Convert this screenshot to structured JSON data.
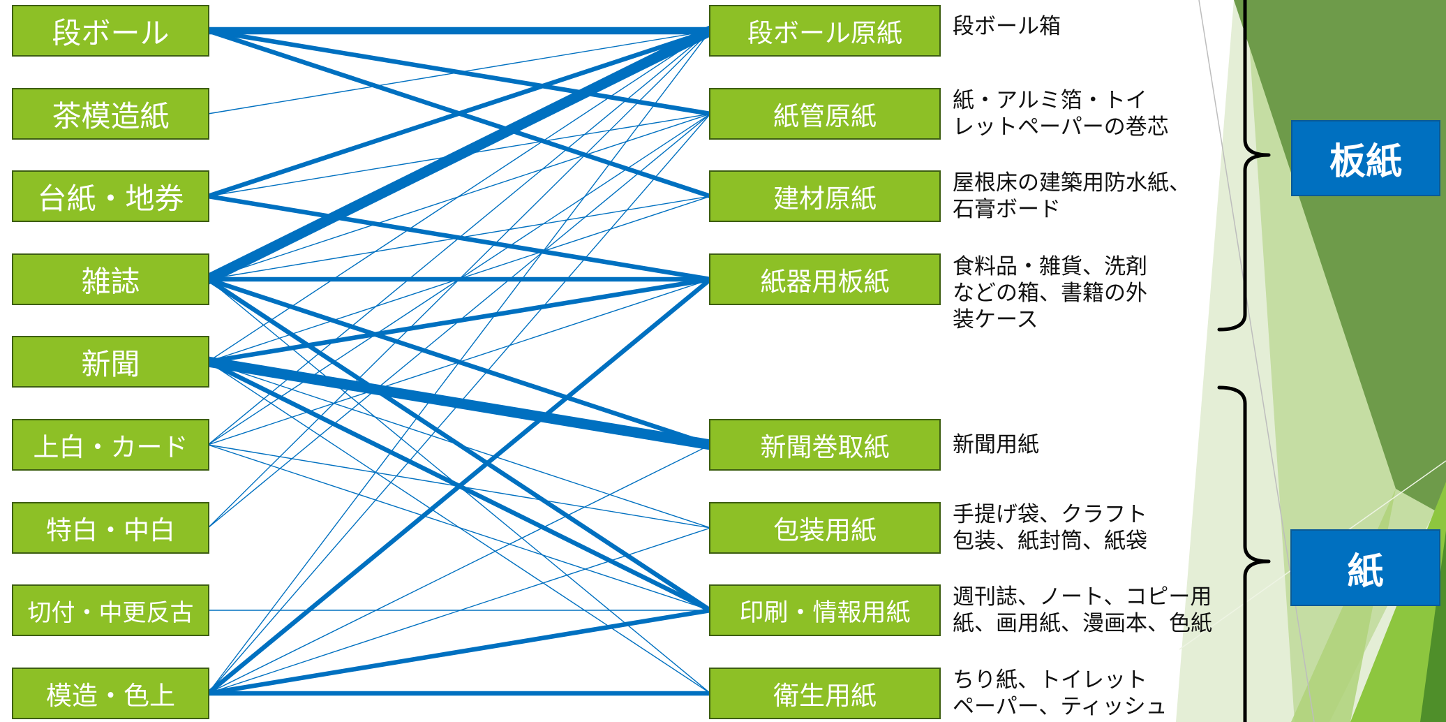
{
  "diagram": {
    "sources": [
      {
        "label": "段ボール"
      },
      {
        "label": "茶模造紙"
      },
      {
        "label": "台紙・地券"
      },
      {
        "label": "雑誌"
      },
      {
        "label": "新聞"
      },
      {
        "label": "上白・カード"
      },
      {
        "label": "特白・中白"
      },
      {
        "label": "切付・中更反古"
      },
      {
        "label": "模造・色上"
      }
    ],
    "products": [
      {
        "label": "段ボール原紙",
        "uses": [
          "段ボール箱"
        ]
      },
      {
        "label": "紙管原紙",
        "uses": [
          "紙・アルミ箔・トイ",
          "レットペーパーの巻芯"
        ]
      },
      {
        "label": "建材原紙",
        "uses": [
          "屋根床の建築用防水紙、",
          "石膏ボード"
        ]
      },
      {
        "label": "紙器用板紙",
        "uses": [
          "食料品・雑貨、洗剤",
          "などの箱、書籍の外",
          "装ケース"
        ]
      },
      {
        "label": "新聞巻取紙",
        "uses": [
          "新聞用紙"
        ]
      },
      {
        "label": "包装用紙",
        "uses": [
          "手提げ袋、クラフト",
          "包装、紙封筒、紙袋"
        ]
      },
      {
        "label": "印刷・情報用紙",
        "uses": [
          "週刊誌、ノート、コピー用",
          "紙、画用紙、漫画本、色紙"
        ]
      },
      {
        "label": "衛生用紙",
        "uses": [
          "ちり紙、トイレット",
          "ペーパー、ティッシュ"
        ]
      }
    ],
    "groups": [
      {
        "label": "板紙",
        "members": [
          0,
          1,
          2,
          3
        ]
      },
      {
        "label": "紙",
        "members": [
          4,
          5,
          6,
          7
        ]
      }
    ],
    "connections": [
      {
        "from": 0,
        "to": 0,
        "weight": 3
      },
      {
        "from": 0,
        "to": 1,
        "weight": 2
      },
      {
        "from": 0,
        "to": 2,
        "weight": 2
      },
      {
        "from": 1,
        "to": 0,
        "weight": 1
      },
      {
        "from": 2,
        "to": 0,
        "weight": 2
      },
      {
        "from": 2,
        "to": 1,
        "weight": 1
      },
      {
        "from": 2,
        "to": 3,
        "weight": 2
      },
      {
        "from": 3,
        "to": 0,
        "weight": 4
      },
      {
        "from": 3,
        "to": 1,
        "weight": 1
      },
      {
        "from": 3,
        "to": 2,
        "weight": 1
      },
      {
        "from": 3,
        "to": 3,
        "weight": 2
      },
      {
        "from": 3,
        "to": 4,
        "weight": 2
      },
      {
        "from": 3,
        "to": 6,
        "weight": 2
      },
      {
        "from": 3,
        "to": 7,
        "weight": 1
      },
      {
        "from": 4,
        "to": 0,
        "weight": 1
      },
      {
        "from": 4,
        "to": 2,
        "weight": 1
      },
      {
        "from": 4,
        "to": 3,
        "weight": 2
      },
      {
        "from": 4,
        "to": 4,
        "weight": 4
      },
      {
        "from": 4,
        "to": 5,
        "weight": 1
      },
      {
        "from": 4,
        "to": 6,
        "weight": 2
      },
      {
        "from": 4,
        "to": 7,
        "weight": 1
      },
      {
        "from": 5,
        "to": 0,
        "weight": 1
      },
      {
        "from": 5,
        "to": 1,
        "weight": 1
      },
      {
        "from": 5,
        "to": 3,
        "weight": 1
      },
      {
        "from": 5,
        "to": 5,
        "weight": 1
      },
      {
        "from": 5,
        "to": 6,
        "weight": 1
      },
      {
        "from": 6,
        "to": 0,
        "weight": 1
      },
      {
        "from": 6,
        "to": 1,
        "weight": 1
      },
      {
        "from": 7,
        "to": 6,
        "weight": 1
      },
      {
        "from": 8,
        "to": 0,
        "weight": 1
      },
      {
        "from": 8,
        "to": 1,
        "weight": 1
      },
      {
        "from": 8,
        "to": 3,
        "weight": 2
      },
      {
        "from": 8,
        "to": 4,
        "weight": 1
      },
      {
        "from": 8,
        "to": 5,
        "weight": 1
      },
      {
        "from": 8,
        "to": 6,
        "weight": 2
      },
      {
        "from": 8,
        "to": 7,
        "weight": 2
      }
    ]
  },
  "colors": {
    "node_fill": "#8DC026",
    "node_border": "#3D5E12",
    "connection_line": "#0070C0",
    "group_fill": "#0070C0",
    "bracket": "#000000"
  }
}
